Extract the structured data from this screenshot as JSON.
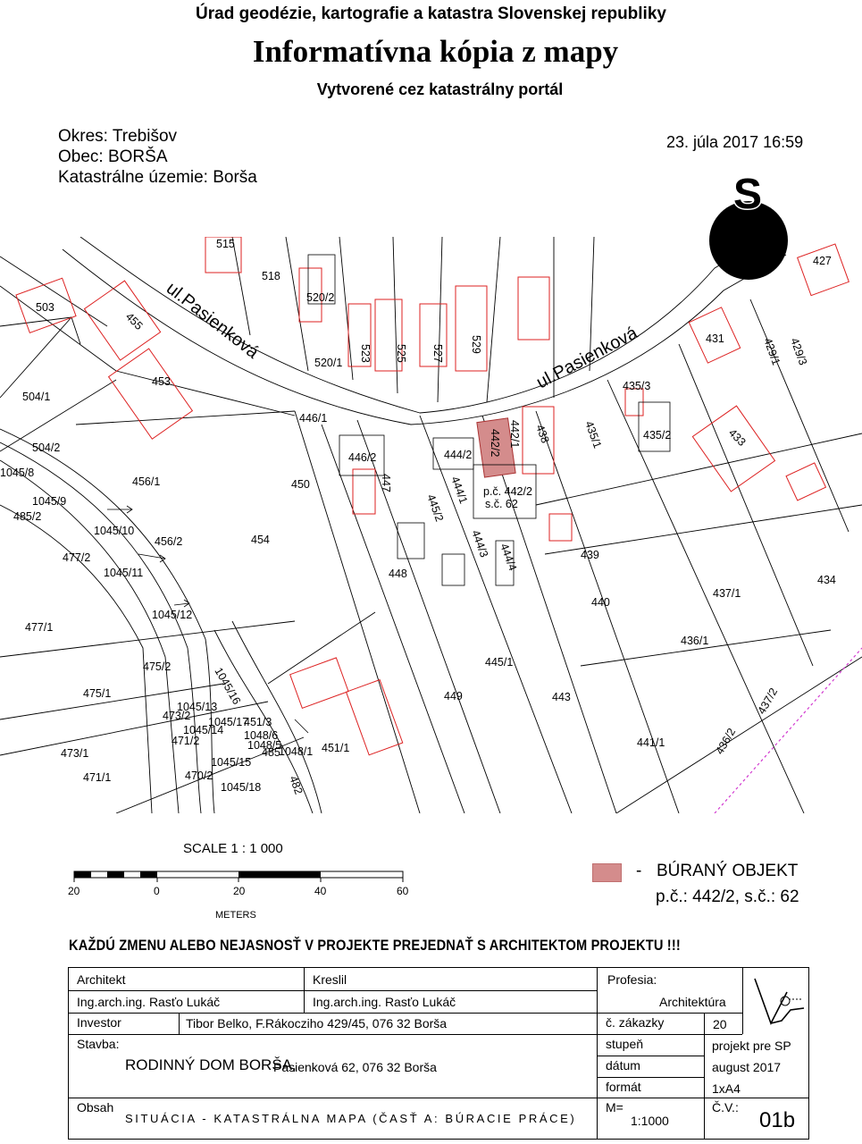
{
  "header": {
    "authority": "Úrad geodézie, kartografie a katastra Slovenskej republiky",
    "title": "Informatívna kópia z mapy",
    "subtitle": "Vytvorené cez katastrálny portál"
  },
  "location": {
    "okres": "Okres: Trebišov",
    "obec": "Obec: BORŠA",
    "uzemie": "Katastrálne územie: Borša",
    "datetime": "23. júla 2017 16:59"
  },
  "north_symbol": "S",
  "map": {
    "street_labels": [
      "ul.Pasienková",
      "ul.Pasienková"
    ],
    "parcels": [
      "515",
      "518",
      "520/2",
      "520/1",
      "523",
      "525",
      "527",
      "529",
      "503",
      "455",
      "453",
      "504/1",
      "504/2",
      "446/1",
      "446/2",
      "447",
      "450",
      "444/2",
      "442/2",
      "442/1",
      "438",
      "435/1",
      "435/3",
      "435/2",
      "431",
      "429/1",
      "429/3",
      "427",
      "433",
      "1045/8",
      "1045/9",
      "485/2",
      "456/1",
      "456/2",
      "1045/10",
      "477/2",
      "1045/11",
      "1045/12",
      "477/1",
      "454",
      "448",
      "445/2",
      "444/1",
      "444/3",
      "444/4",
      "p.č. 442/2",
      "s.č. 62",
      "439",
      "440",
      "445/1",
      "449",
      "443",
      "434",
      "437/1",
      "436/1",
      "441/1",
      "437/2",
      "436/2",
      "475/2",
      "475/1",
      "1045/16",
      "1045/13",
      "473/2",
      "1045/17",
      "451/3",
      "1045/14",
      "471/2",
      "1048/6",
      "1048/5",
      "485",
      "1048/1",
      "451/1",
      "473/1",
      "1045/15",
      "470/2",
      "482",
      "471/1",
      "1045/18"
    ]
  },
  "scale": {
    "label": "SCALE 1 : 1 000",
    "ticks": [
      "20",
      "0",
      "20",
      "40",
      "60"
    ],
    "unit": "METERS"
  },
  "legend": {
    "dash": "-",
    "label": "BÚRANÝ OBJEKT",
    "parcel": "p.č.: 442/2, s.č.: 62",
    "color": "#d48c8c"
  },
  "note": "KAŽDÚ ZMENU ALEBO NEJASNOSŤ V PROJEKTE PREJEDNAŤ S ARCHITEKTOM PROJEKTU !!!",
  "title_block": {
    "architekt_label": "Architekt",
    "architekt": "Ing.arch.ing. Rasťo Lukáč",
    "kreslil_label": "Kreslil",
    "kreslil": "Ing.arch.ing. Rasťo Lukáč",
    "profesia_label": "Profesia:",
    "profesia": "Architektúra",
    "investor_label": "Investor",
    "investor": "Tibor Belko, F.Rákocziho 429/45, 076 32 Borša",
    "zakazka_label": "č. zákazky",
    "zakazka": "20",
    "stavba_label": "Stavba:",
    "stavba_name": "RODINNÝ DOM BORŠA,",
    "stavba_addr": "Pasienková 62, 076 32 Borša",
    "stupen_label": "stupeň",
    "stupen": "projekt pre SP",
    "datum_label": "dátum",
    "datum": "august 2017",
    "format_label": "formát",
    "format": "1xA4",
    "obsah_label": "Obsah",
    "obsah": "SITUÁCIA - KATASTRÁLNA MAPA (ČASŤ A: BÚRACIE PRÁCE)",
    "m_label": "M=",
    "m_value": "1:1000",
    "cv_label": "Č.V.:",
    "cv": "01b"
  }
}
